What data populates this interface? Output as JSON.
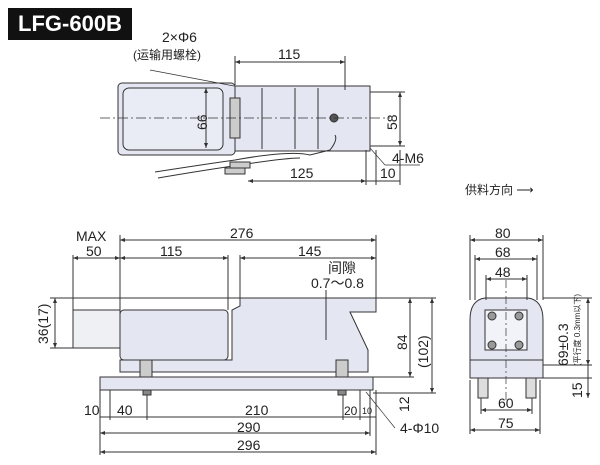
{
  "title": "LFG-600B",
  "top_view": {
    "bolt_label": "2×Φ6",
    "bolt_note": "(运输用螺栓)",
    "dim_115": "115",
    "dim_66": "66",
    "dim_58": "58",
    "dim_125": "125",
    "dim_10": "10",
    "thread_label": "4-M6"
  },
  "feed_direction": "供料方向 ⟶",
  "front_view": {
    "max_label": "MAX",
    "dim_50": "50",
    "dim_276": "276",
    "dim_115": "115",
    "dim_145": "145",
    "gap_label": "间隙",
    "gap_value": "0.7～0.8",
    "dim_36_17": "36(17)",
    "dim_84": "84",
    "dim_102": "(102)",
    "dim_12": "12",
    "dim_10a": "10",
    "dim_40": "40",
    "dim_210": "210",
    "dim_20": "20",
    "dim_10b": "10",
    "dim_290": "290",
    "dim_296": "296",
    "hole_label": "4-Φ10"
  },
  "side_view": {
    "dim_80": "80",
    "dim_68": "68",
    "dim_48": "48",
    "dim_69": "69±0.3",
    "parallel_note": "(平行度 0.3mm以下)",
    "dim_15": "15",
    "dim_60": "60",
    "dim_75": "75"
  }
}
